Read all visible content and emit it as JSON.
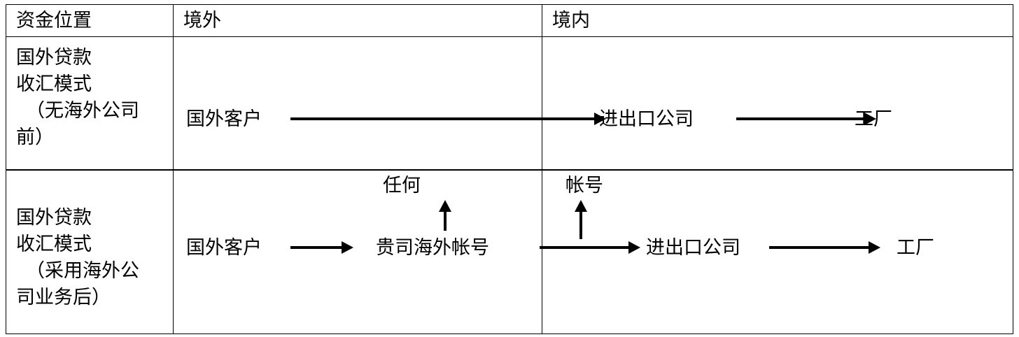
{
  "table": {
    "headers": [
      {
        "label": "资金位置"
      },
      {
        "label": "境外"
      },
      {
        "label": "境内"
      }
    ],
    "rows": [
      {
        "label_lines": [
          "国外贷款",
          "收汇模式",
          "（无海外公司",
          "前）"
        ],
        "offshore": {
          "nodes": [
            {
              "name": "foreign-customer",
              "label": "国外客户"
            }
          ],
          "arrows": [
            {
              "name": "arrow-foreign-customer-to-import-export",
              "direction": "right"
            }
          ]
        },
        "onshore": {
          "nodes": [
            {
              "name": "import-export-company",
              "label": "进出口公司"
            },
            {
              "name": "factory",
              "label": "工厂"
            }
          ],
          "arrows": [
            {
              "name": "arrow-import-export-to-factory",
              "direction": "right"
            }
          ]
        }
      },
      {
        "label_lines": [
          "国外贷款",
          "收汇模式",
          "（采用海外公",
          "司业务后）"
        ],
        "offshore": {
          "nodes": [
            {
              "name": "foreign-customer",
              "label": "国外客户"
            },
            {
              "name": "offshore-account",
              "label": "贵司海外帐号"
            },
            {
              "name": "any-source",
              "label": "任何"
            }
          ],
          "arrows": [
            {
              "name": "arrow-foreign-customer-to-offshore-account",
              "direction": "right"
            },
            {
              "name": "arrow-up-to-any-source",
              "direction": "up"
            }
          ]
        },
        "onshore": {
          "nodes": [
            {
              "name": "account",
              "label": "帐号"
            },
            {
              "name": "import-export-company",
              "label": "进出口公司"
            },
            {
              "name": "factory",
              "label": "工厂"
            }
          ],
          "arrows": [
            {
              "name": "arrow-up-to-account",
              "direction": "up"
            },
            {
              "name": "arrow-account-to-import-export",
              "direction": "right"
            },
            {
              "name": "arrow-import-export-to-factory",
              "direction": "right"
            }
          ]
        }
      }
    ]
  },
  "colors": {
    "border": "#000000",
    "text": "#000000",
    "background": "#ffffff",
    "arrow": "#000000"
  }
}
